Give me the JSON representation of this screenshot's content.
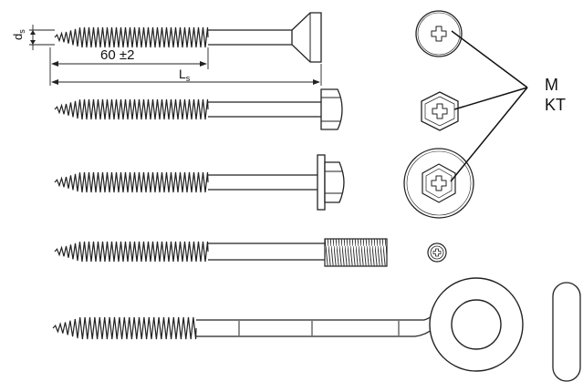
{
  "dimensions": {
    "ds_label_main": "d",
    "ds_label_sub": "s",
    "length_label": "60 ±2",
    "ls_label_main": "L",
    "ls_label_sub": "s"
  },
  "callout": {
    "line1": "M",
    "line2": "KT"
  }
}
